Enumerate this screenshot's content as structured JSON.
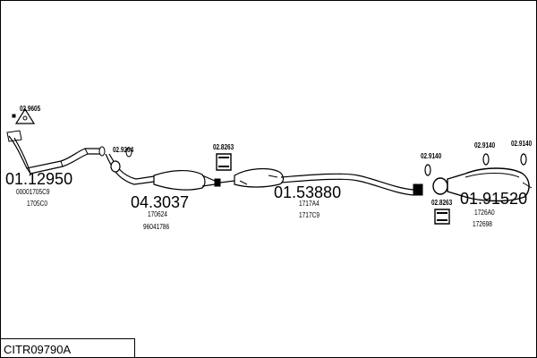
{
  "parts": [
    {
      "id": "front-pipe",
      "number": "01.12950",
      "refs": [
        "00001705C9",
        "1705C0"
      ]
    },
    {
      "id": "catalytic-converter",
      "number": "04.3037",
      "refs": [
        "170624",
        "96041786"
      ]
    },
    {
      "id": "middle-silencer",
      "number": "01.53880",
      "refs": [
        "1717A4",
        "1717C9"
      ]
    },
    {
      "id": "rear-silencer",
      "number": "01.91520",
      "refs": [
        "1726A0",
        "172698"
      ]
    }
  ],
  "accessories": [
    {
      "id": "gasket-front",
      "number": "02.9605"
    },
    {
      "id": "ring-cat",
      "number": "02.9264"
    },
    {
      "id": "clamp-mid",
      "number": "02.8263"
    },
    {
      "id": "rubber-1",
      "number": "02.9140"
    },
    {
      "id": "rubber-2",
      "number": "02.9140"
    },
    {
      "id": "rubber-3",
      "number": "02.9140"
    },
    {
      "id": "clamp-rear",
      "number": "02.8263"
    }
  ],
  "footer": {
    "code": "CITR09790A"
  }
}
